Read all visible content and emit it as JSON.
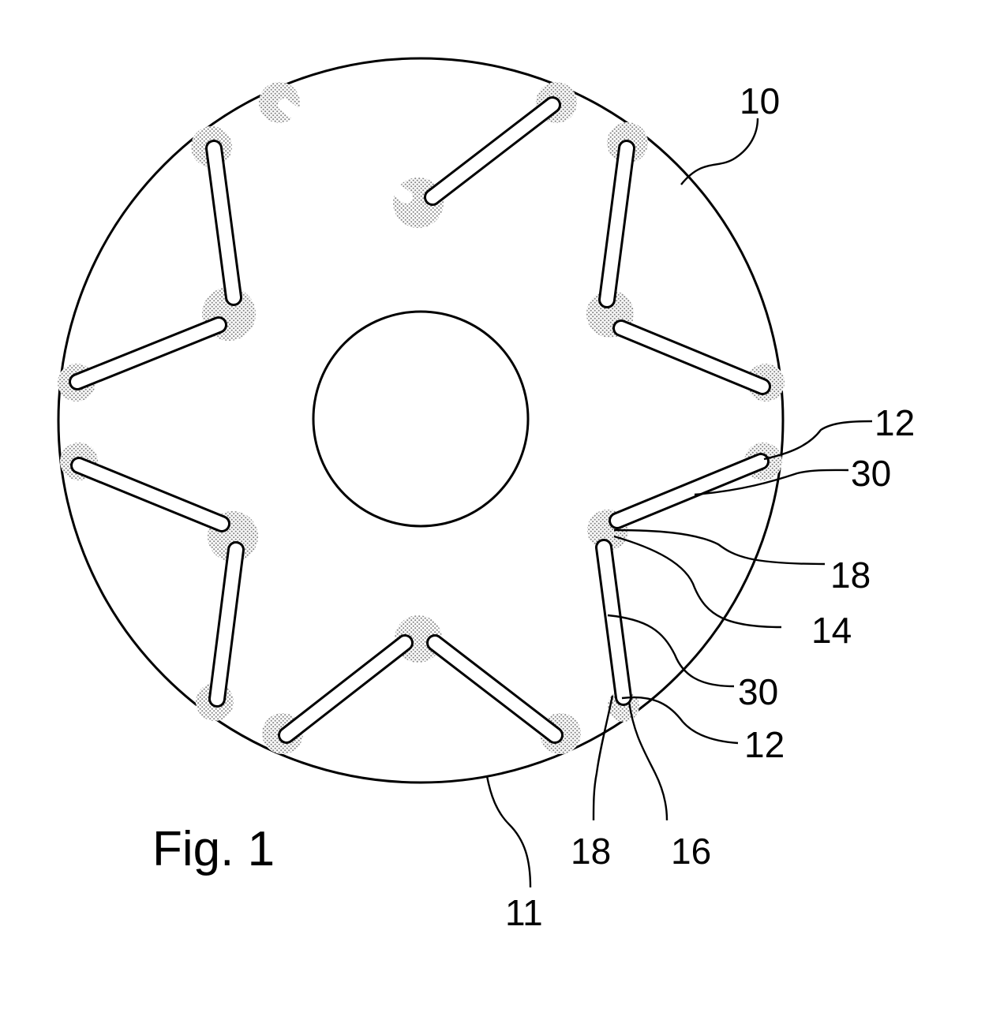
{
  "figure": {
    "caption": "Fig. 1",
    "labels": {
      "l10": "10",
      "l11": "11",
      "l12a": "12",
      "l12b": "12",
      "l30a": "30",
      "l30b": "30",
      "l18a": "18",
      "l18b": "18",
      "l14": "14",
      "l16": "16"
    }
  },
  "colors": {
    "line": "#000000",
    "background": "#ffffff",
    "weld_texture": "#8a8a8a"
  }
}
